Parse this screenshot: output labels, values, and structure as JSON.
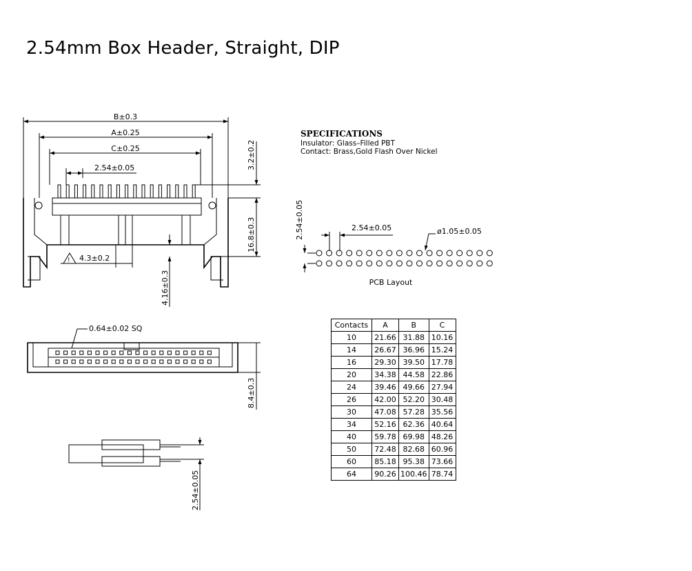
{
  "title": "2.54mm Box Header, Straight, DIP",
  "dimensions": {
    "b": "B±0.3",
    "a": "A±0.25",
    "c": "C±0.25",
    "pitch_top": "2.54±0.05",
    "h_top": "3.2±0.2",
    "h_body": "16.8±0.3",
    "w_43": "4.3±0.2",
    "h_416": "4.16±0.3",
    "pin_sq": "0.64±0.02 SQ",
    "h_84": "8.4±0.3",
    "pitch_side": "2.54±0.05"
  },
  "specifications": {
    "heading": "SPECIFICATIONS",
    "insulator": "Insulator: Glass–Filled PBT",
    "contact": "Contact: Brass,Gold Flash Over Nickel"
  },
  "pcb_layout": {
    "label": "PCB Layout",
    "pitch_x": "2.54±0.05",
    "pitch_y": "2.54±0.05",
    "hole": "ø1.05±0.05",
    "rows": 2,
    "holes_per_row": 18
  },
  "table": {
    "headers": [
      "Contacts",
      "A",
      "B",
      "C"
    ],
    "rows": [
      [
        "10",
        "21.66",
        "31.88",
        "10.16"
      ],
      [
        "14",
        "26.67",
        "36.96",
        "15.24"
      ],
      [
        "16",
        "29.30",
        "39.50",
        "17.78"
      ],
      [
        "20",
        "34.38",
        "44.58",
        "22.86"
      ],
      [
        "24",
        "39.46",
        "49.66",
        "27.94"
      ],
      [
        "26",
        "42.00",
        "52.20",
        "30.48"
      ],
      [
        "30",
        "47.08",
        "57.28",
        "35.56"
      ],
      [
        "34",
        "52.16",
        "62.36",
        "40.64"
      ],
      [
        "40",
        "59.78",
        "69.98",
        "48.26"
      ],
      [
        "50",
        "72.48",
        "82.68",
        "60.96"
      ],
      [
        "60",
        "85.18",
        "95.38",
        "73.66"
      ],
      [
        "64",
        "90.26",
        "100.46",
        "78.74"
      ]
    ]
  }
}
